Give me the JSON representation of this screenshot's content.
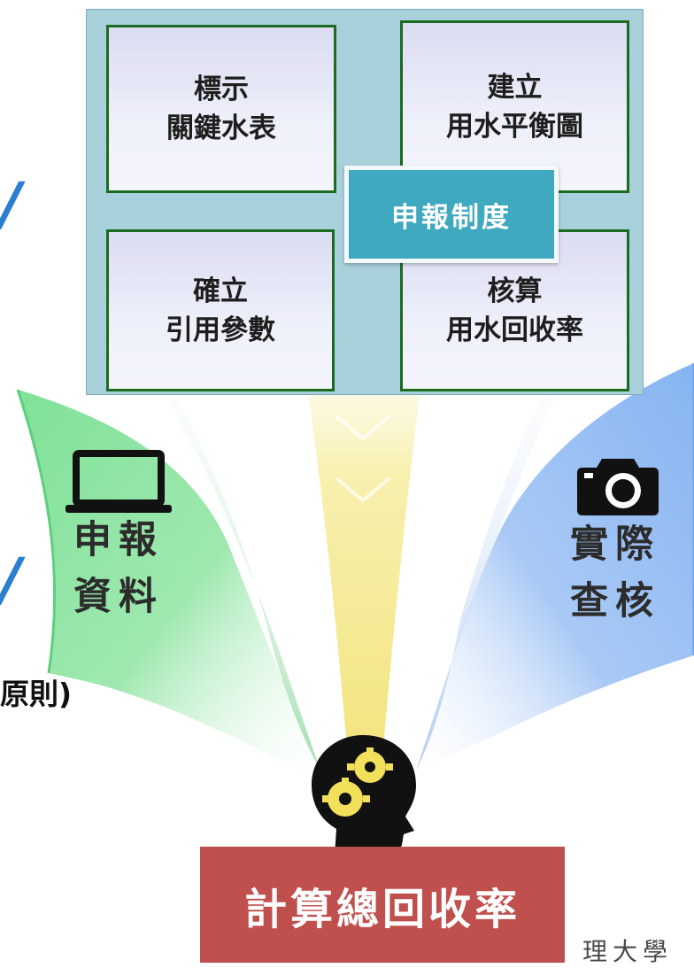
{
  "panel": {
    "center_label": "申報制度",
    "cells": [
      {
        "line1": "標示",
        "line2": "關鍵水表"
      },
      {
        "line1": "建立",
        "line2": "用水平衡圖"
      },
      {
        "line1": "確立",
        "line2": "引用參數"
      },
      {
        "line1": "核算",
        "line2": "用水回收率"
      }
    ]
  },
  "left_fan": {
    "line1": "申報",
    "line2": "資料",
    "icon": "laptop-icon"
  },
  "right_fan": {
    "line1": "實際",
    "line2": "查核",
    "icon": "camera-icon"
  },
  "center_icon": "head-gears-icon",
  "result": {
    "label": "計算總回收率"
  },
  "edge_text": "原則)",
  "edge_marks": [
    "/",
    "/"
  ],
  "footer_text": "理大學",
  "colors": {
    "panel_bg": "#a9d1dc",
    "cell_border": "#1c6b1f",
    "center_box": "#3ea9bf",
    "left_fan": "#6fd98c",
    "right_fan": "#7fb0f0",
    "center_fan": "#f3e37a",
    "result_box": "#c0504d"
  }
}
